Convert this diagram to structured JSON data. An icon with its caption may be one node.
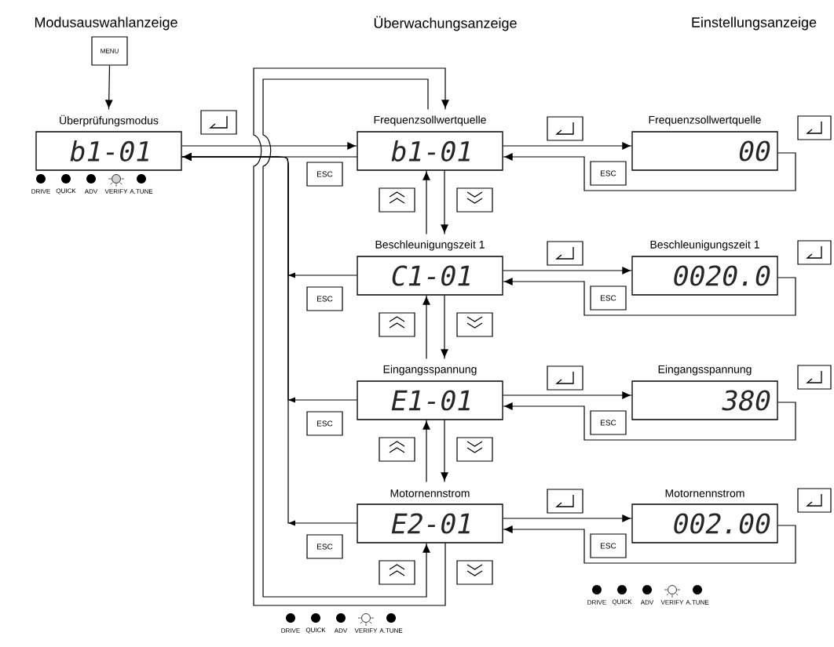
{
  "diagram": {
    "nodes": [
      {
        "text": [
          "MENU"
        ]
      },
      {
        "text": [
          "Überprüfungsmodus",
          "b1-01"
        ]
      },
      {
        "text": [
          "Frequenzsollwertquelle",
          "b1-01"
        ]
      },
      {
        "text": [
          "Frequenzsollwertquelle",
          "00"
        ]
      },
      {
        "text": [
          "Beschleunigungszeit 1",
          "C1-01"
        ]
      },
      {
        "text": [
          "Beschleunigungszeit 1",
          "0020.0"
        ]
      },
      {
        "text": [
          "Eingangsspannung",
          "E1-01"
        ]
      },
      {
        "text": [
          "Eingangsspannung",
          "380"
        ]
      },
      {
        "text": [
          "Motornennstrom",
          "E2-01"
        ]
      },
      {
        "text": [
          "Motornennstrom",
          "002.00"
        ]
      },
      {
        "text": [
          "ESC"
        ]
      },
      {
        "text": [
          "ESC"
        ]
      },
      {
        "text": [
          "ESC"
        ]
      },
      {
        "text": [
          "ESC"
        ]
      },
      {
        "text": [
          "ESC"
        ]
      },
      {
        "text": [
          "ESC"
        ]
      },
      {
        "text": [
          "ESC"
        ]
      },
      {
        "text": [
          "ESC"
        ]
      }
    ],
    "edges": [
      {
        "from": 0,
        "to": 1,
        "arrow": "to"
      },
      {
        "from": 1,
        "to": 2,
        "arrow": "to"
      },
      {
        "from": 2,
        "to": 1,
        "arrow": "to"
      },
      {
        "from": 2,
        "to": 3,
        "arrow": "to"
      },
      {
        "from": 3,
        "to": 2,
        "arrow": "to"
      },
      {
        "from": 4,
        "to": 2,
        "arrow": "to"
      },
      {
        "from": 2,
        "to": 4,
        "arrow": "to"
      },
      {
        "from": 4,
        "to": 1,
        "arrow": "to"
      },
      {
        "from": 4,
        "to": 5,
        "arrow": "to"
      },
      {
        "from": 5,
        "to": 4,
        "arrow": "to"
      },
      {
        "from": 6,
        "to": 4,
        "arrow": "to"
      },
      {
        "from": 4,
        "to": 6,
        "arrow": "to"
      },
      {
        "from": 6,
        "to": 1,
        "arrow": "to"
      },
      {
        "from": 6,
        "to": 7,
        "arrow": "to"
      },
      {
        "from": 7,
        "to": 6,
        "arrow": "to"
      },
      {
        "from": 8,
        "to": 6,
        "arrow": "to"
      },
      {
        "from": 6,
        "to": 8,
        "arrow": "to"
      },
      {
        "from": 8,
        "to": 1,
        "arrow": "to"
      },
      {
        "from": 8,
        "to": 9,
        "arrow": "to"
      },
      {
        "from": 9,
        "to": 8,
        "arrow": "to"
      },
      {
        "from": 8,
        "to": 2,
        "arrow": "to"
      },
      {
        "from": 2,
        "to": 8,
        "arrow": "to"
      }
    ],
    "labels": [
      "Modusauswahlanzeige",
      "Überwachungsanzeige",
      "Einstellungsanzeige",
      "DRIVE",
      "QUICK",
      "ADV",
      "VERIFY",
      "A.TUNE",
      "DRIVE",
      "QUICK",
      "ADV",
      "VERIFY",
      "A.TUNE",
      "DRIVE",
      "QUICK",
      "ADV",
      "VERIFY",
      "A.TUNE"
    ]
  }
}
